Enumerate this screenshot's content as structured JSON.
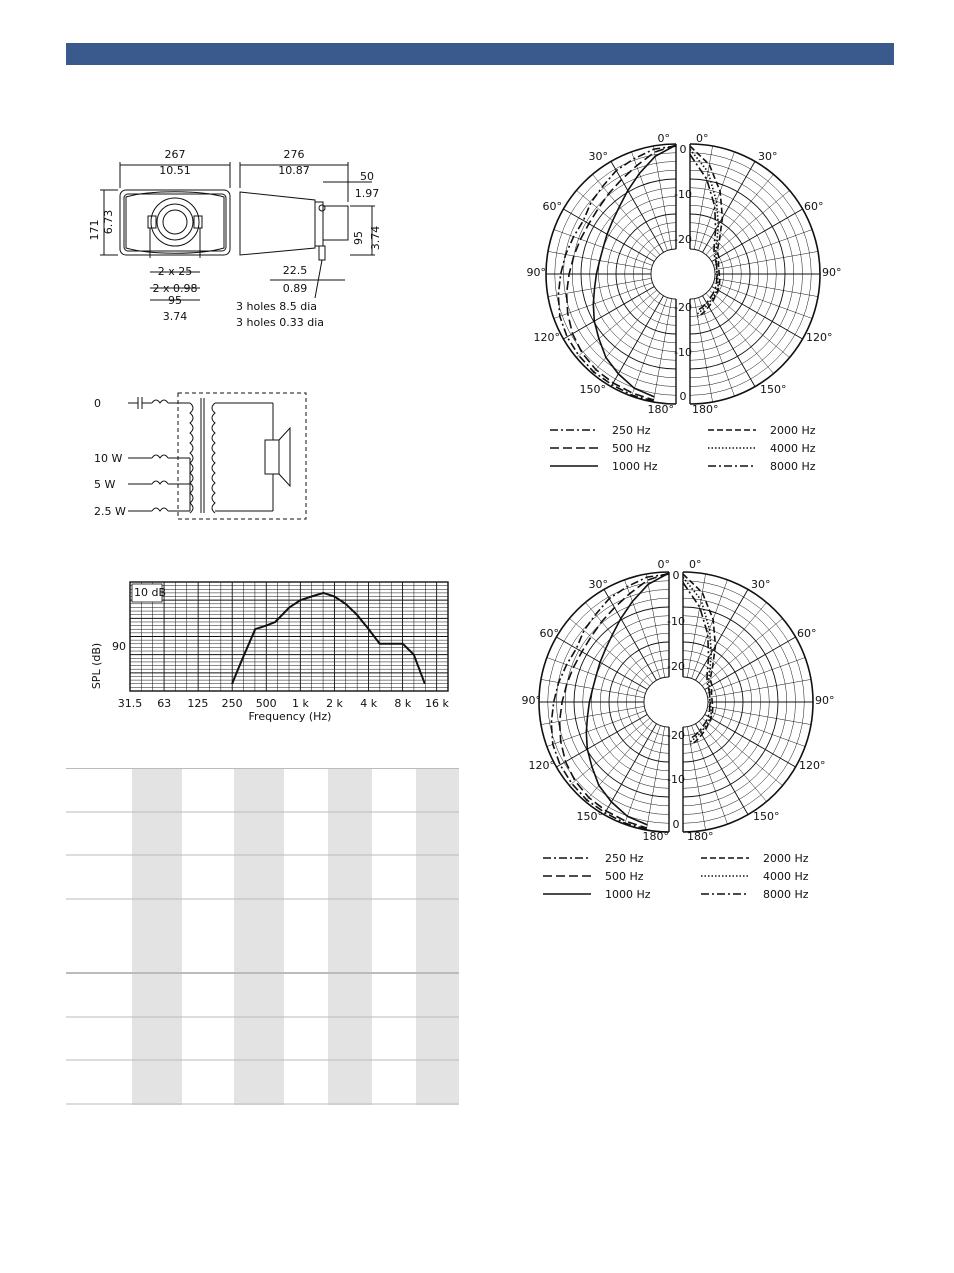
{
  "page": {
    "banner_color": "#3a5a8e"
  },
  "dimensions": {
    "front_width_mm": "267",
    "front_width_in": "10.51",
    "height_mm": "171",
    "height_in": "6.73",
    "slot_spacing": "2 x 25",
    "slot_spacing_in": "2 x 0.98",
    "bottom_width_mm": "95",
    "bottom_width_in": "3.74",
    "depth_mm": "276",
    "depth_in": "10.87",
    "bracket_mm": "50",
    "bracket_in": "1.97",
    "side_height_mm": "95",
    "side_height_in": "3.74",
    "offset_mm": "22.5",
    "offset_in": "0.89",
    "holes_mm": "3 holes 8.5 dia",
    "holes_in": "3 holes 0.33 dia"
  },
  "wiring": {
    "taps": [
      "0",
      "10 W",
      "5 W",
      "2.5 W"
    ]
  },
  "frequency_chart": {
    "ylabel": "SPL (dB)",
    "xlabel": "Frequency (Hz)",
    "scale_label": "10 dB",
    "ref_value": "90",
    "ticks": [
      "31.5",
      "63",
      "125",
      "250",
      "500",
      "1 k",
      "2 k",
      "4 k",
      "8 k",
      "16 k"
    ]
  },
  "chart_data": {
    "type": "line",
    "x": [
      250,
      300,
      400,
      500,
      600,
      800,
      1000,
      1250,
      1600,
      2000,
      2500,
      3150,
      4000,
      5000,
      6300,
      8000,
      10000,
      12500
    ],
    "series": [
      {
        "values": [
          82,
          88,
          97,
          98,
          99,
          103,
          105,
          106,
          107,
          106,
          104,
          101,
          97,
          93,
          93,
          93,
          90,
          82
        ]
      }
    ],
    "xscale": "log",
    "xlim": [
      31.5,
      20000
    ],
    "ylim": [
      80,
      110
    ]
  },
  "polar_top": {
    "angles_left": [
      "0°",
      "30°",
      "60°",
      "90°",
      "120°",
      "150°",
      "180°"
    ],
    "angles_right": [
      "0°",
      "30°",
      "60°",
      "90°",
      "120°",
      "150°",
      "180°"
    ],
    "rings_left": [
      "0",
      "-10",
      "-20",
      "-20",
      "-10",
      "0"
    ],
    "rings_right": [
      "0",
      "-10",
      "-20",
      "-20",
      "-10",
      "0"
    ],
    "legend": [
      "250 Hz",
      "500 Hz",
      "1000 Hz",
      "2000 Hz",
      "4000 Hz",
      "8000 Hz"
    ]
  },
  "polar_bottom": {
    "angles_left": [
      "0°",
      "30°",
      "60°",
      "90°",
      "120°",
      "150°",
      "180°"
    ],
    "angles_right": [
      "0°",
      "30°",
      "60°",
      "90°",
      "120°",
      "150°",
      "180°"
    ],
    "rings_left": [
      "0",
      "-10",
      "-20",
      "-20",
      "-10",
      "0"
    ],
    "legend": [
      "250 Hz",
      "500 Hz",
      "1000 Hz",
      "2000 Hz",
      "4000 Hz",
      "8000 Hz"
    ]
  }
}
